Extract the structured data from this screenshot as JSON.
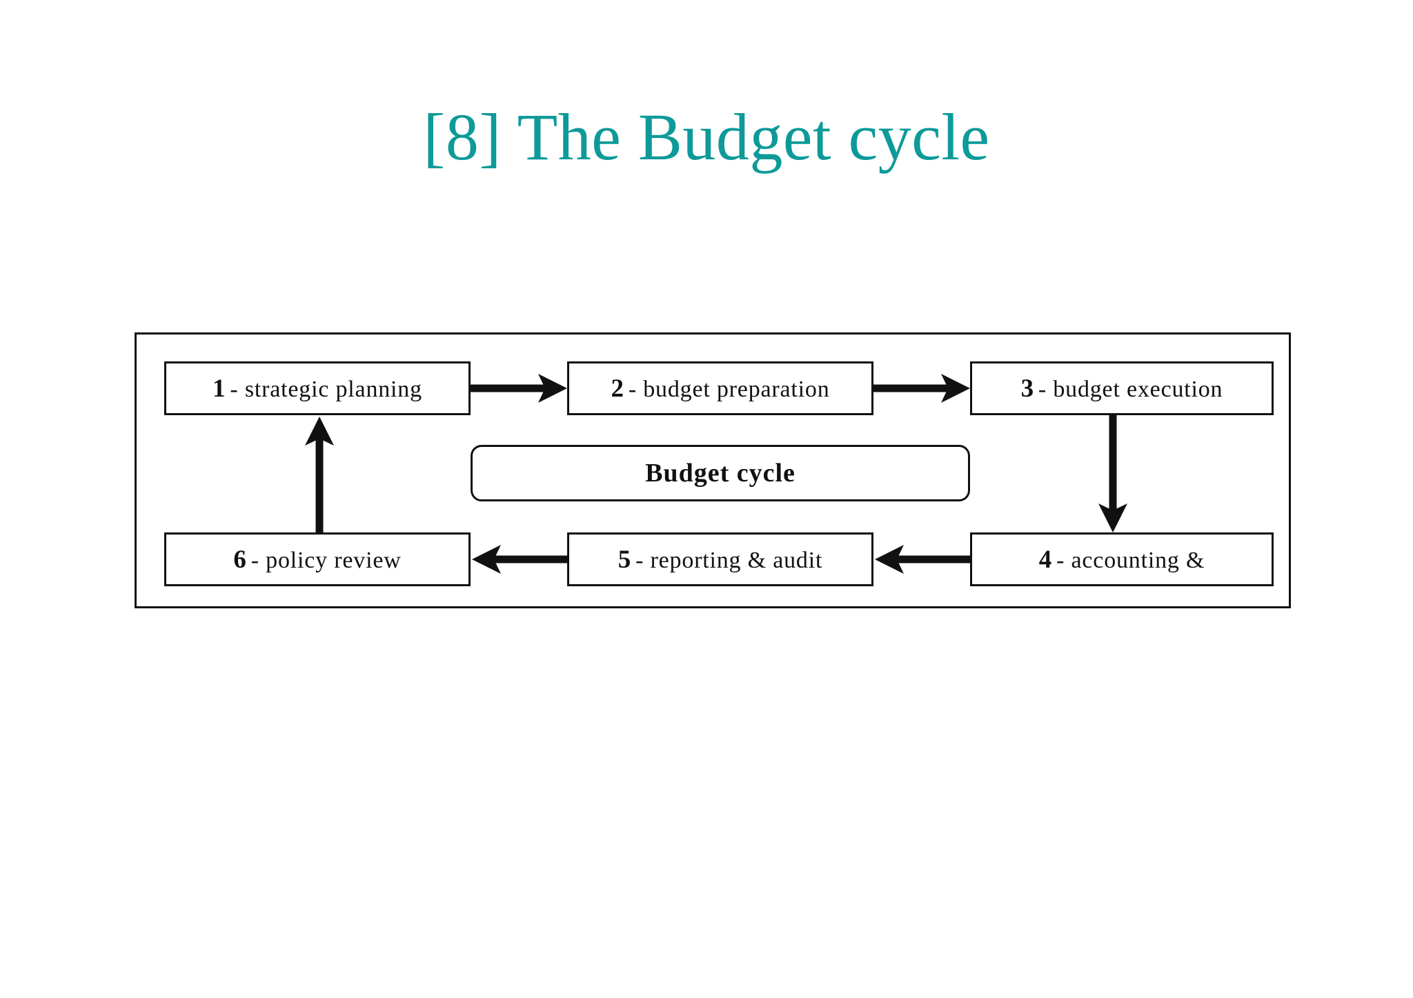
{
  "slide": {
    "title": "[8] The Budget cycle",
    "title_color": "#0d9a99",
    "background_color": "#ffffff"
  },
  "diagram": {
    "name": "budget-cycle-diagram",
    "center_label": "Budget cycle",
    "line_color": "#111111",
    "box_fill": "#ffffff",
    "stages": [
      {
        "id": 1,
        "number": "1",
        "separator": "-",
        "label": "strategic  planning",
        "full": "1 - strategic  planning"
      },
      {
        "id": 2,
        "number": "2",
        "separator": "-",
        "label": "budget preparation",
        "full": "2 - budget preparation"
      },
      {
        "id": 3,
        "number": "3",
        "separator": "-",
        "label": "budget  execution",
        "full": "3 - budget  execution"
      },
      {
        "id": 4,
        "number": "4",
        "separator": "-",
        "label": "accounting  &",
        "full": "4 - accounting  &"
      },
      {
        "id": 5,
        "number": "5",
        "separator": "-",
        "label": "reporting  & audit",
        "full": "5 - reporting  & audit"
      },
      {
        "id": 6,
        "number": "6",
        "separator": "-",
        "label": "policy  review",
        "full": "6 - policy  review"
      }
    ],
    "arrows": [
      {
        "from": 1,
        "to": 2,
        "direction": "right"
      },
      {
        "from": 2,
        "to": 3,
        "direction": "right"
      },
      {
        "from": 3,
        "to": 4,
        "direction": "down"
      },
      {
        "from": 4,
        "to": 5,
        "direction": "left"
      },
      {
        "from": 5,
        "to": 6,
        "direction": "left"
      },
      {
        "from": 6,
        "to": 1,
        "direction": "up"
      }
    ]
  }
}
